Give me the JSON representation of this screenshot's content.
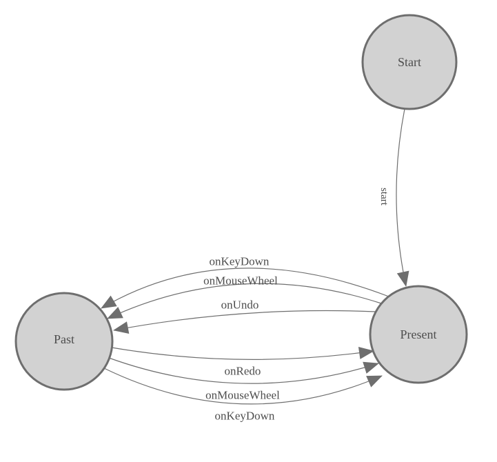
{
  "diagram": {
    "type": "state-machine",
    "nodes": [
      {
        "id": "start",
        "label": "Start"
      },
      {
        "id": "present",
        "label": "Present"
      },
      {
        "id": "past",
        "label": "Past"
      }
    ],
    "edges": [
      {
        "from": "Start",
        "to": "Present",
        "label": "start"
      },
      {
        "from": "Present",
        "to": "Past",
        "label": "onKeyDown"
      },
      {
        "from": "Present",
        "to": "Past",
        "label": "onMouseWheel"
      },
      {
        "from": "Present",
        "to": "Past",
        "label": "onUndo"
      },
      {
        "from": "Past",
        "to": "Present",
        "label": "onRedo"
      },
      {
        "from": "Past",
        "to": "Present",
        "label": "onMouseWheel"
      },
      {
        "from": "Past",
        "to": "Present",
        "label": "onKeyDown"
      }
    ]
  },
  "colors": {
    "background": "#ffffff",
    "node_fill": "#d2d2d2",
    "node_stroke": "#6e6e6e",
    "edge_color": "#6e6e6e",
    "label_color": "#4d4d4d"
  }
}
